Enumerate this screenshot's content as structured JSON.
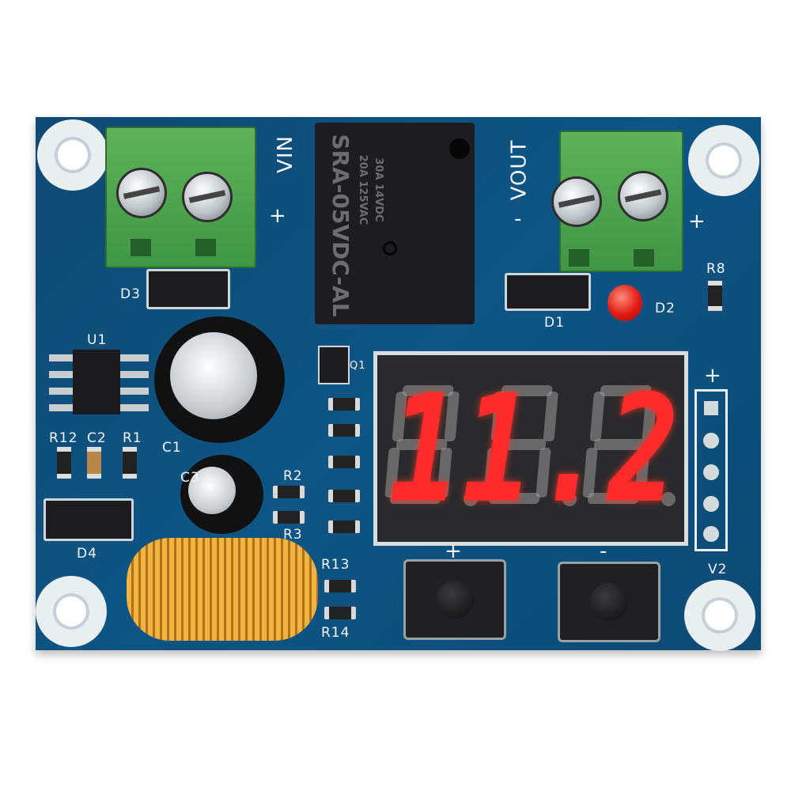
{
  "board": {
    "color": "#0d5584",
    "labels": {
      "vin": "VIN",
      "vin_plus": "+",
      "vout": "VOUT",
      "vout_minus": "-",
      "vout_plus": "+",
      "d1": "D1",
      "d2": "D2",
      "d3": "D3",
      "d4": "D4",
      "u1": "U1",
      "r12": "R12",
      "c2": "C2",
      "r1": "R1",
      "c1": "C1",
      "c3": "C3",
      "r2": "R2",
      "r3": "R3",
      "r13": "R13",
      "r14": "R14",
      "r8": "R8",
      "q1": "Q1",
      "v2": "V2",
      "v2_plus": "+",
      "btn_up": "+",
      "btn_down": "-"
    }
  },
  "relay": {
    "model": "SRA-05VDC-AL",
    "rating_dc": "30A 14VDC",
    "rating_ac": "20A 125VAC"
  },
  "display": {
    "value": "11.2",
    "on_color": "#ff2a2a",
    "off_color": "#9a9a9a"
  }
}
